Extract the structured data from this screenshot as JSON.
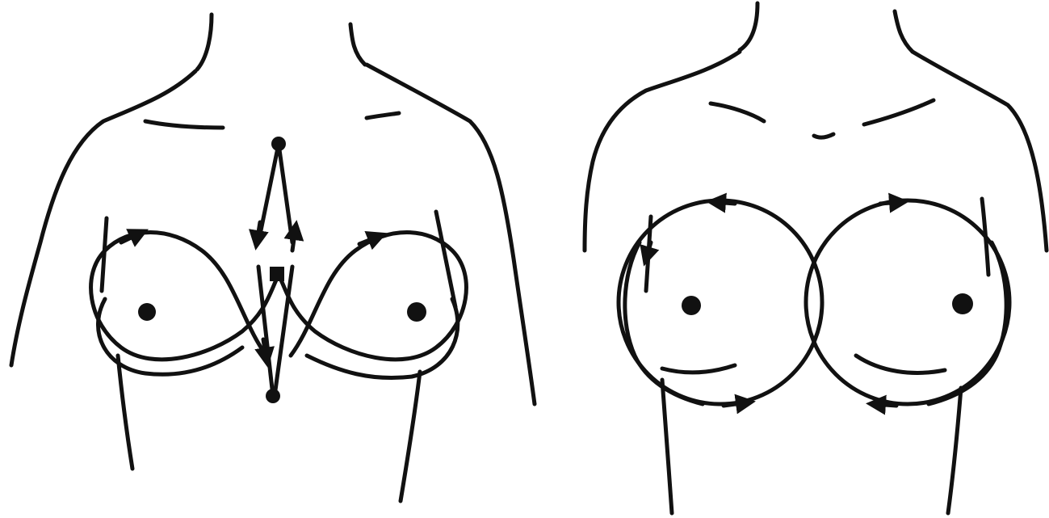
{
  "figures": [
    {
      "id": "left",
      "pattern": "figure-eight",
      "arrow_direction": "mixed"
    },
    {
      "id": "right",
      "pattern": "circular",
      "arrow_direction": "mixed"
    }
  ],
  "colors": {
    "ink": "#111111",
    "background": "#ffffff"
  }
}
